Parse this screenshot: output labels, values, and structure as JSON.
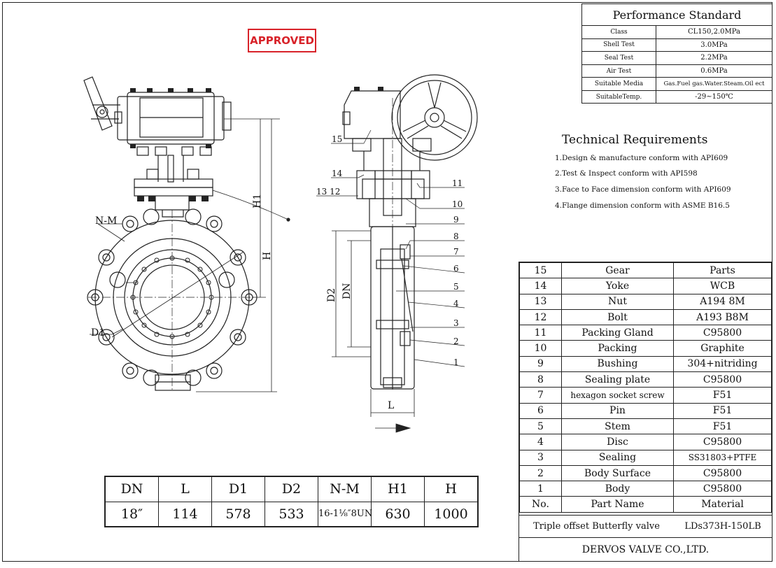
{
  "stamp": "APPROVED",
  "performance": {
    "title": "Performance Standard",
    "rows": [
      {
        "key": "Class",
        "value": "CL150,2.0MPa"
      },
      {
        "key": "Shell Test",
        "value": "3.0MPa"
      },
      {
        "key": "Seal Test",
        "value": "2.2MPa"
      },
      {
        "key": "Air Test",
        "value": "0.6MPa"
      },
      {
        "key": "Suitable Media",
        "value": "Gas.Fuel gas.Water.Steam.Oil ect"
      },
      {
        "key": "SuitableTemp.",
        "value": "-29~150℃"
      }
    ]
  },
  "technical": {
    "title": "Technical Requirements",
    "items": [
      "1.Design & manufacture conform with API609",
      "2.Test & Inspect conform with API598",
      "3.Face to Face dimension conform with API609",
      "4.Flange dimension conform with ASME B16.5"
    ]
  },
  "parts": [
    {
      "no": "15",
      "name": "Gear",
      "material": "Parts"
    },
    {
      "no": "14",
      "name": "Yoke",
      "material": "WCB"
    },
    {
      "no": "13",
      "name": "Nut",
      "material": "A194 8M"
    },
    {
      "no": "12",
      "name": "Bolt",
      "material": "A193 B8M"
    },
    {
      "no": "11",
      "name": "Packing Gland",
      "material": "C95800"
    },
    {
      "no": "10",
      "name": "Packing",
      "material": "Graphite"
    },
    {
      "no": "9",
      "name": "Bushing",
      "material": "304+nitriding"
    },
    {
      "no": "8",
      "name": "Sealing plate",
      "material": "C95800"
    },
    {
      "no": "7",
      "name": "hexagon socket screw",
      "material": "F51"
    },
    {
      "no": "6",
      "name": "Pin",
      "material": "F51"
    },
    {
      "no": "5",
      "name": "Stem",
      "material": "F51"
    },
    {
      "no": "4",
      "name": "Disc",
      "material": "C95800"
    },
    {
      "no": "3",
      "name": "Sealing",
      "material": "SS31803+PTFE"
    },
    {
      "no": "2",
      "name": "Body Surface",
      "material": "C95800"
    },
    {
      "no": "1",
      "name": "Body",
      "material": "C95800"
    }
  ],
  "parts_header": {
    "no": "No.",
    "name": "Part Name",
    "material": "Material"
  },
  "product": {
    "name": "Triple offset Butterfly valve",
    "model": "LDs373H-150LB"
  },
  "company": "DERVOS VALVE CO.,LTD.",
  "dimensions": {
    "headers": [
      "DN",
      "L",
      "D1",
      "D2",
      "N-M",
      "H1",
      "H"
    ],
    "values": [
      "18″",
      "114",
      "578",
      "533",
      "16-1⅛″8UN",
      "630",
      "1000"
    ]
  },
  "drawing_labels": {
    "nm": "N-M",
    "d1": "D1",
    "h1": "H1",
    "h": "H",
    "d2": "D2",
    "dn": "DN",
    "l": "L",
    "callouts": [
      "15",
      "14",
      "13 12",
      "11",
      "10",
      "9",
      "8",
      "7",
      "6",
      "5",
      "4",
      "3",
      "2",
      "1"
    ]
  }
}
